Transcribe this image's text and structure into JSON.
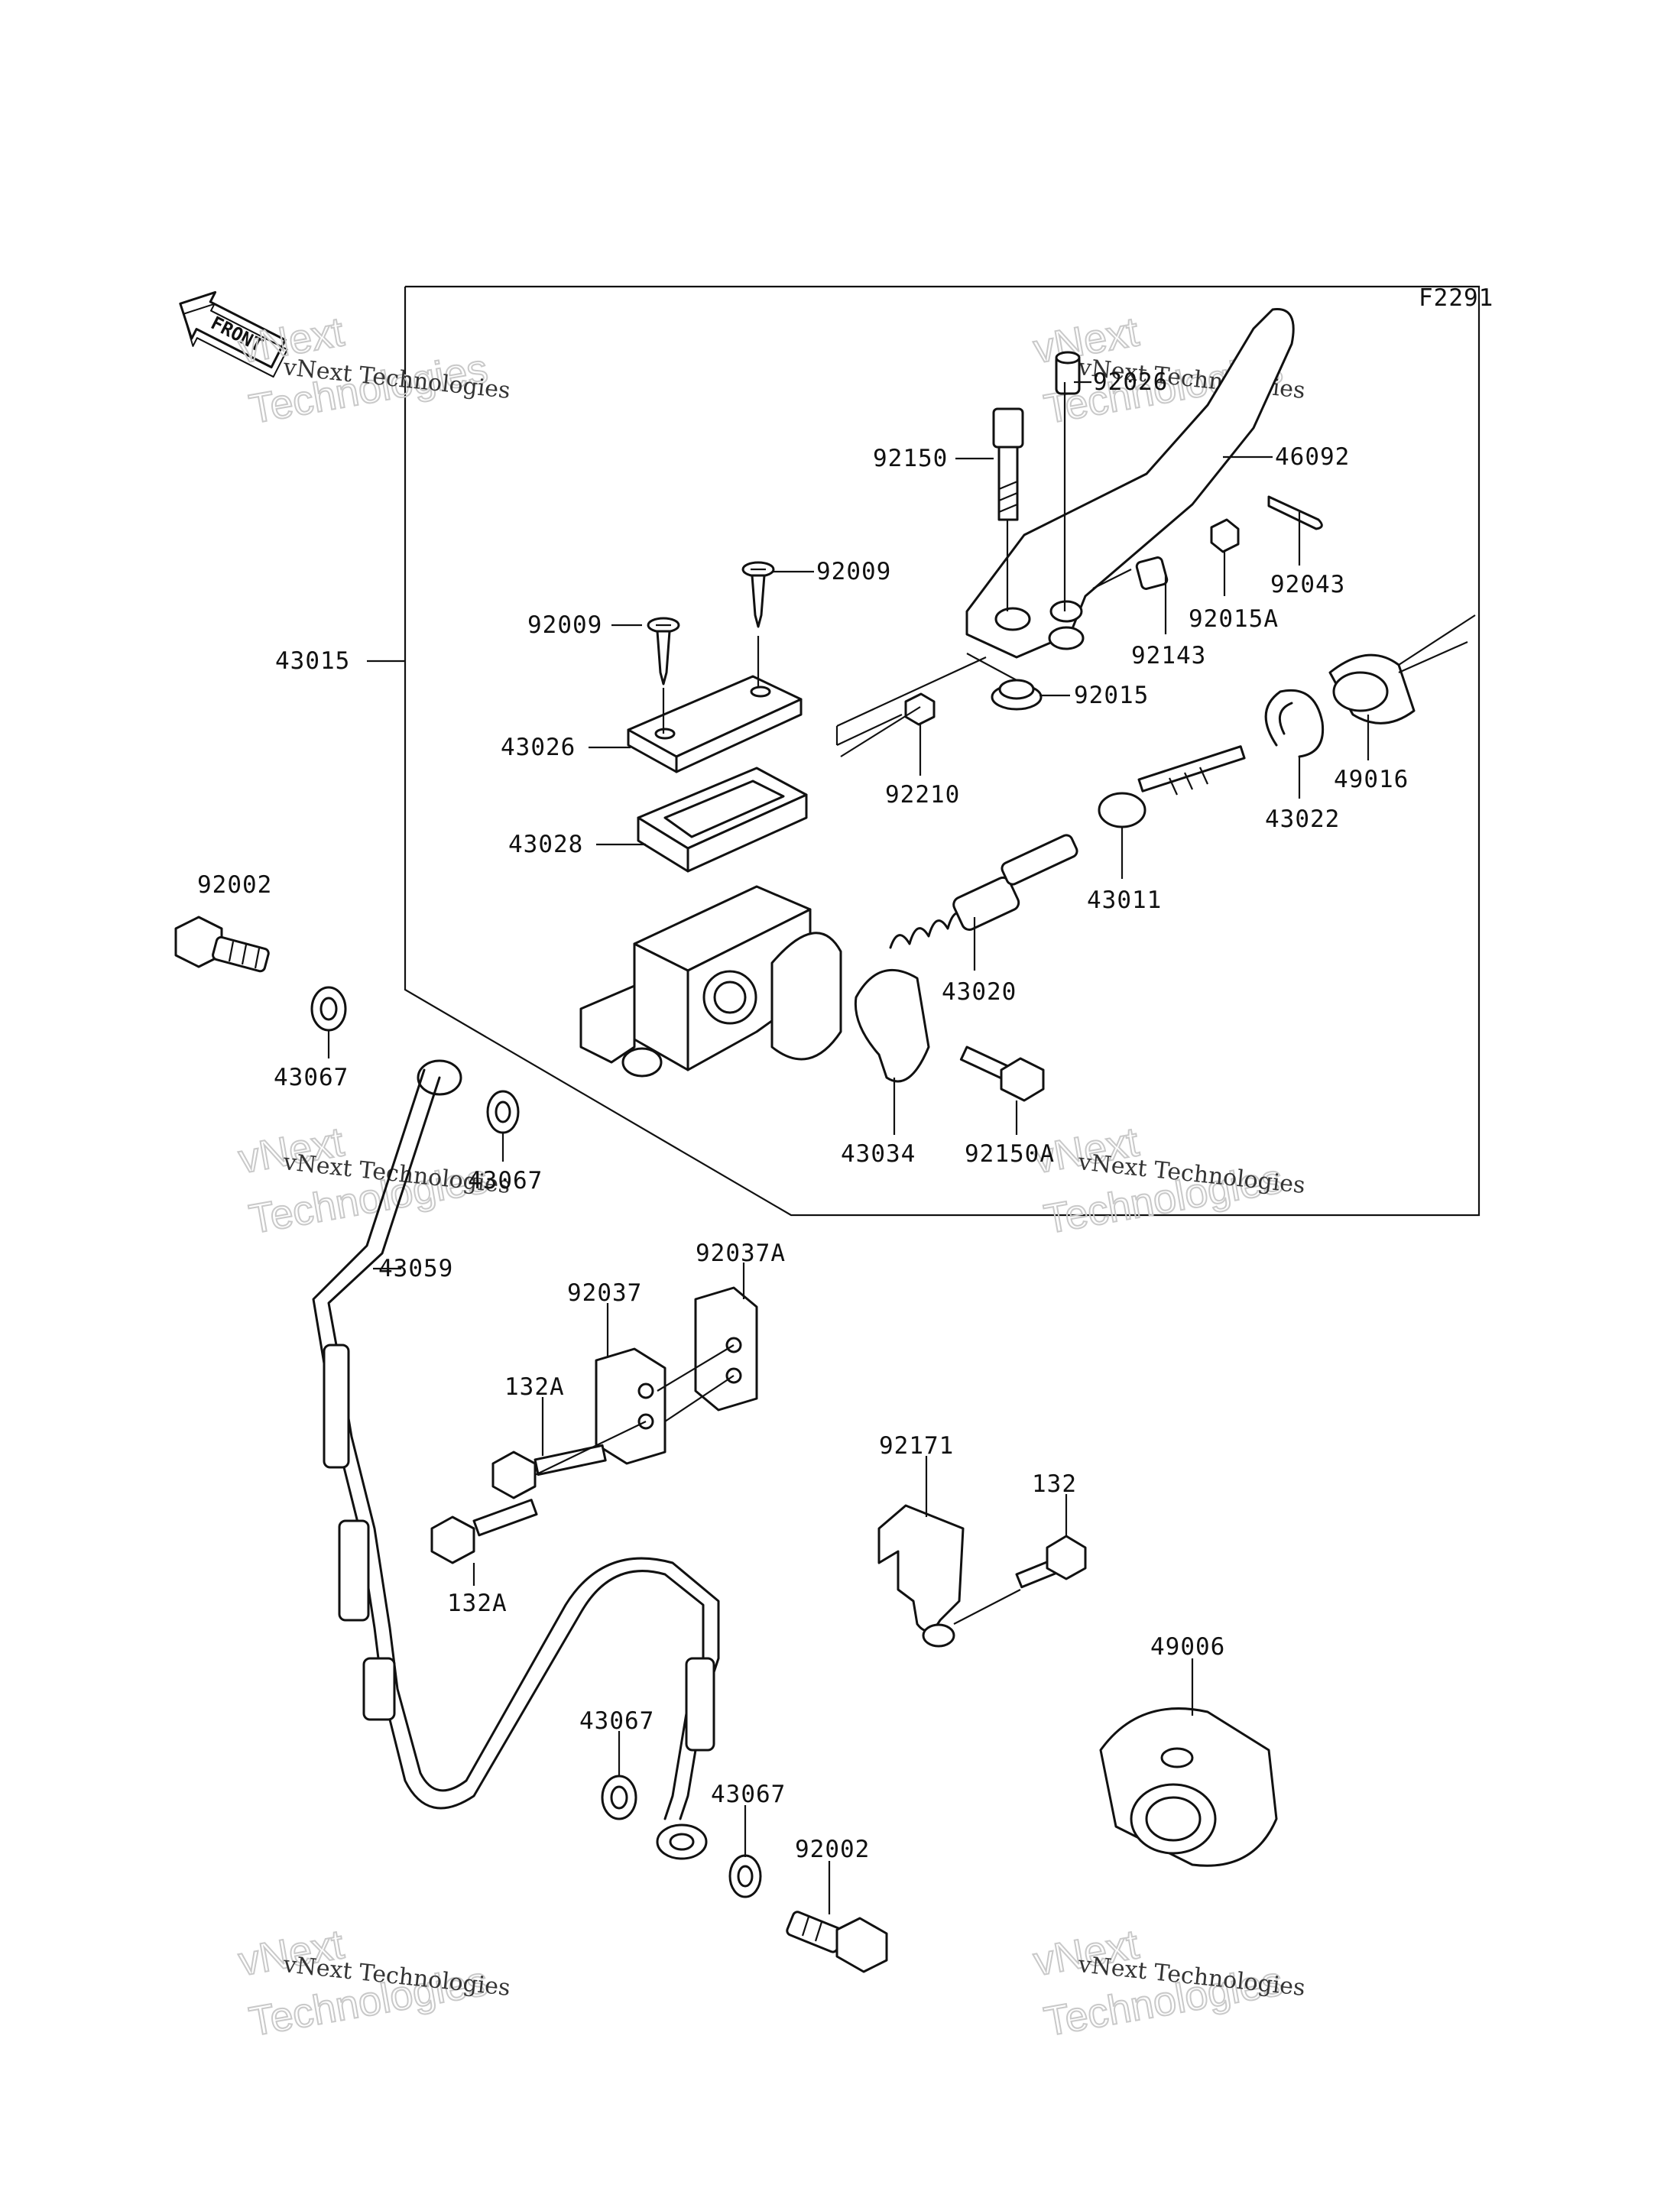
{
  "diagram": {
    "figure_id": "F2291",
    "front_label": "FRONT",
    "watermark": {
      "line1": "vNext Technologies",
      "line2": "vNext",
      "line3": "Technologies"
    },
    "callouts": [
      "92026",
      "92150",
      "46092",
      "92043",
      "92015A",
      "92143",
      "92009",
      "92009",
      "43015",
      "43026",
      "92015",
      "92210",
      "49016",
      "43022",
      "43028",
      "43011",
      "92002",
      "43020",
      "43034",
      "92150A",
      "43067",
      "43067",
      "43059",
      "92037A",
      "92037",
      "132A",
      "132A",
      "92171",
      "132",
      "49006",
      "43067",
      "43067",
      "92002"
    ]
  }
}
